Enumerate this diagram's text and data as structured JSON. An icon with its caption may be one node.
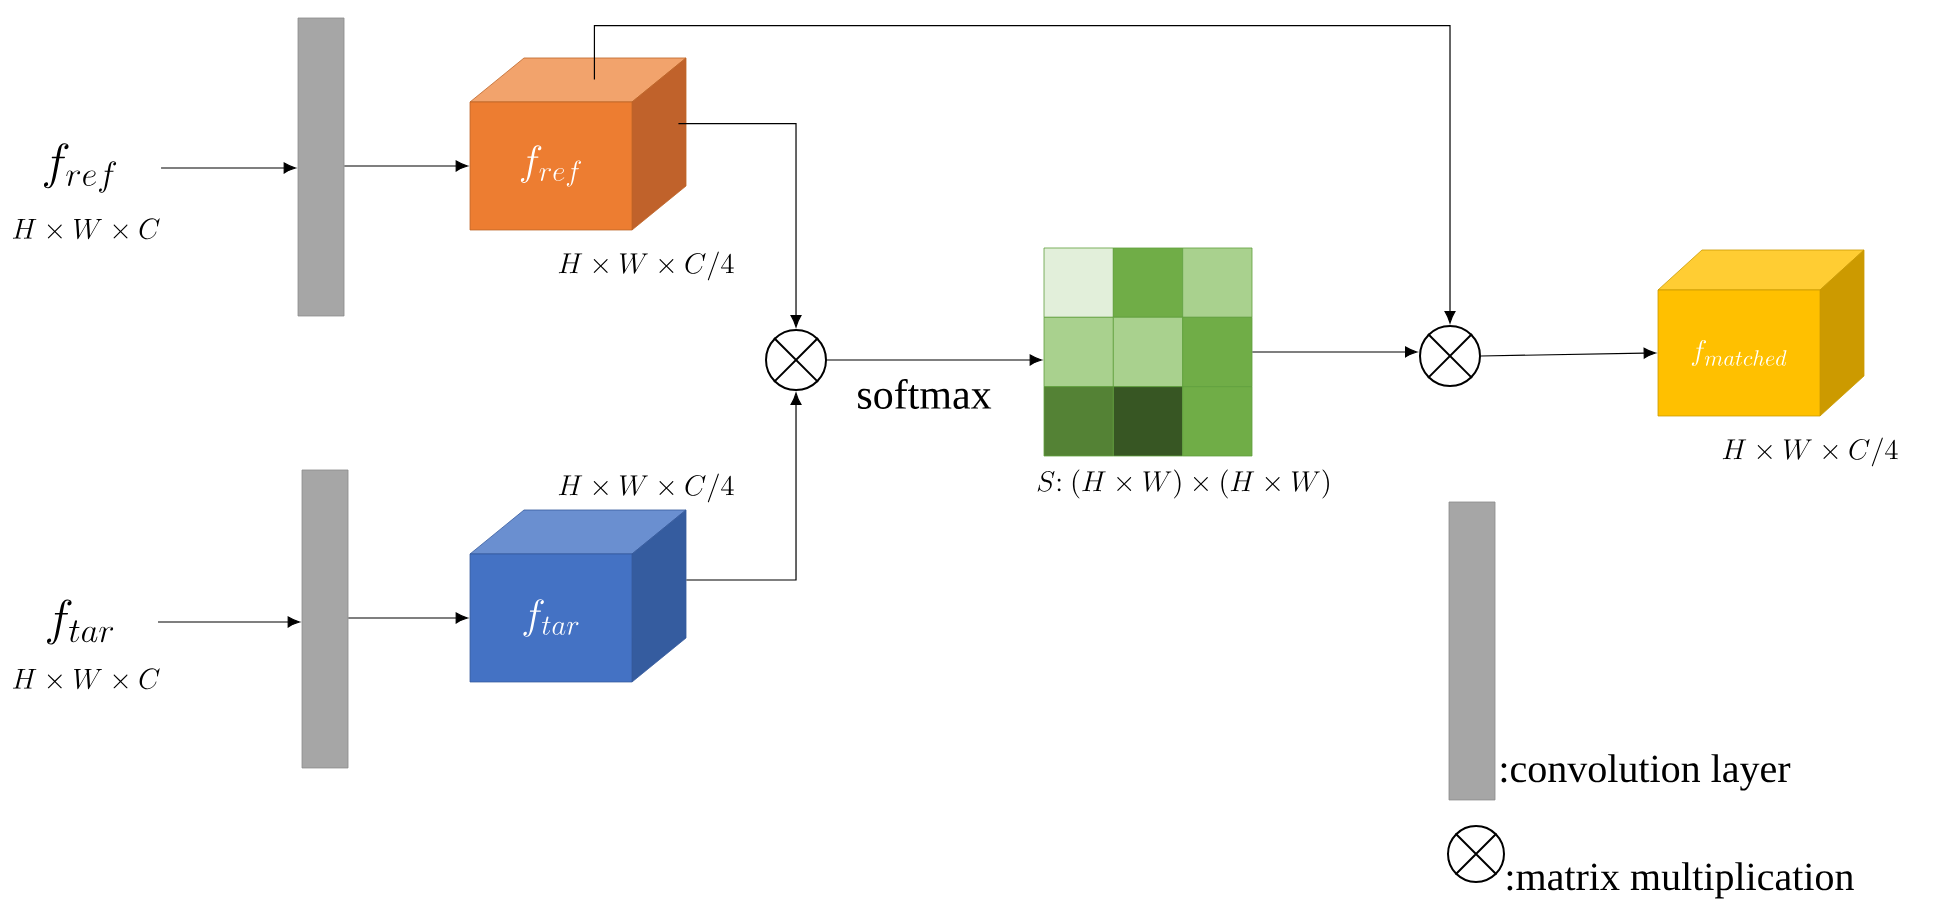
{
  "diagram": {
    "nodes": [
      {
        "text": [
          "f_{ref}"
        ],
        "beside": [
          "H\\times W\\times C"
        ]
      },
      {
        "text": [],
        "shape": "bar"
      },
      {
        "text": [
          "f_{ref}"
        ],
        "beside": [
          "H\\times W\\times C/4"
        ]
      },
      {
        "text": [
          "f_{tar}"
        ],
        "beside": [
          "H\\times W\\times C"
        ]
      },
      {
        "text": [],
        "shape": "bar"
      },
      {
        "text": [
          "f_{tar}"
        ],
        "beside": [
          "H\\times W\\times C/4"
        ]
      },
      {
        "text": [],
        "shape": "circle"
      },
      {
        "text": [],
        "shape": "box",
        "beside": [
          "S{:}\\ (H\\times W)\\times(H\\times W)"
        ]
      },
      {
        "text": [],
        "shape": "circle"
      },
      {
        "text": [
          "f_{matched}"
        ],
        "beside": [
          "H\\times W\\times C/4"
        ]
      }
    ],
    "edges": [
      {
        "from": 0,
        "to": 1,
        "arrow": "to"
      },
      {
        "from": 1,
        "to": 2,
        "arrow": "to"
      },
      {
        "from": 3,
        "to": 4,
        "arrow": "to"
      },
      {
        "from": 4,
        "to": 5,
        "arrow": "to"
      },
      {
        "from": 2,
        "to": 6,
        "arrow": "to"
      },
      {
        "from": 5,
        "to": 6,
        "arrow": "to"
      },
      {
        "from": 6,
        "to": 7,
        "arrow": "to",
        "label": "softmax"
      },
      {
        "from": 7,
        "to": 8,
        "arrow": "to"
      },
      {
        "from": 2,
        "to": 8,
        "arrow": "to"
      },
      {
        "from": 8,
        "to": 9,
        "arrow": "to"
      }
    ],
    "legend": [
      {
        "text": ":convolution layer"
      },
      {
        "text": ":matrix multiplication"
      }
    ]
  }
}
